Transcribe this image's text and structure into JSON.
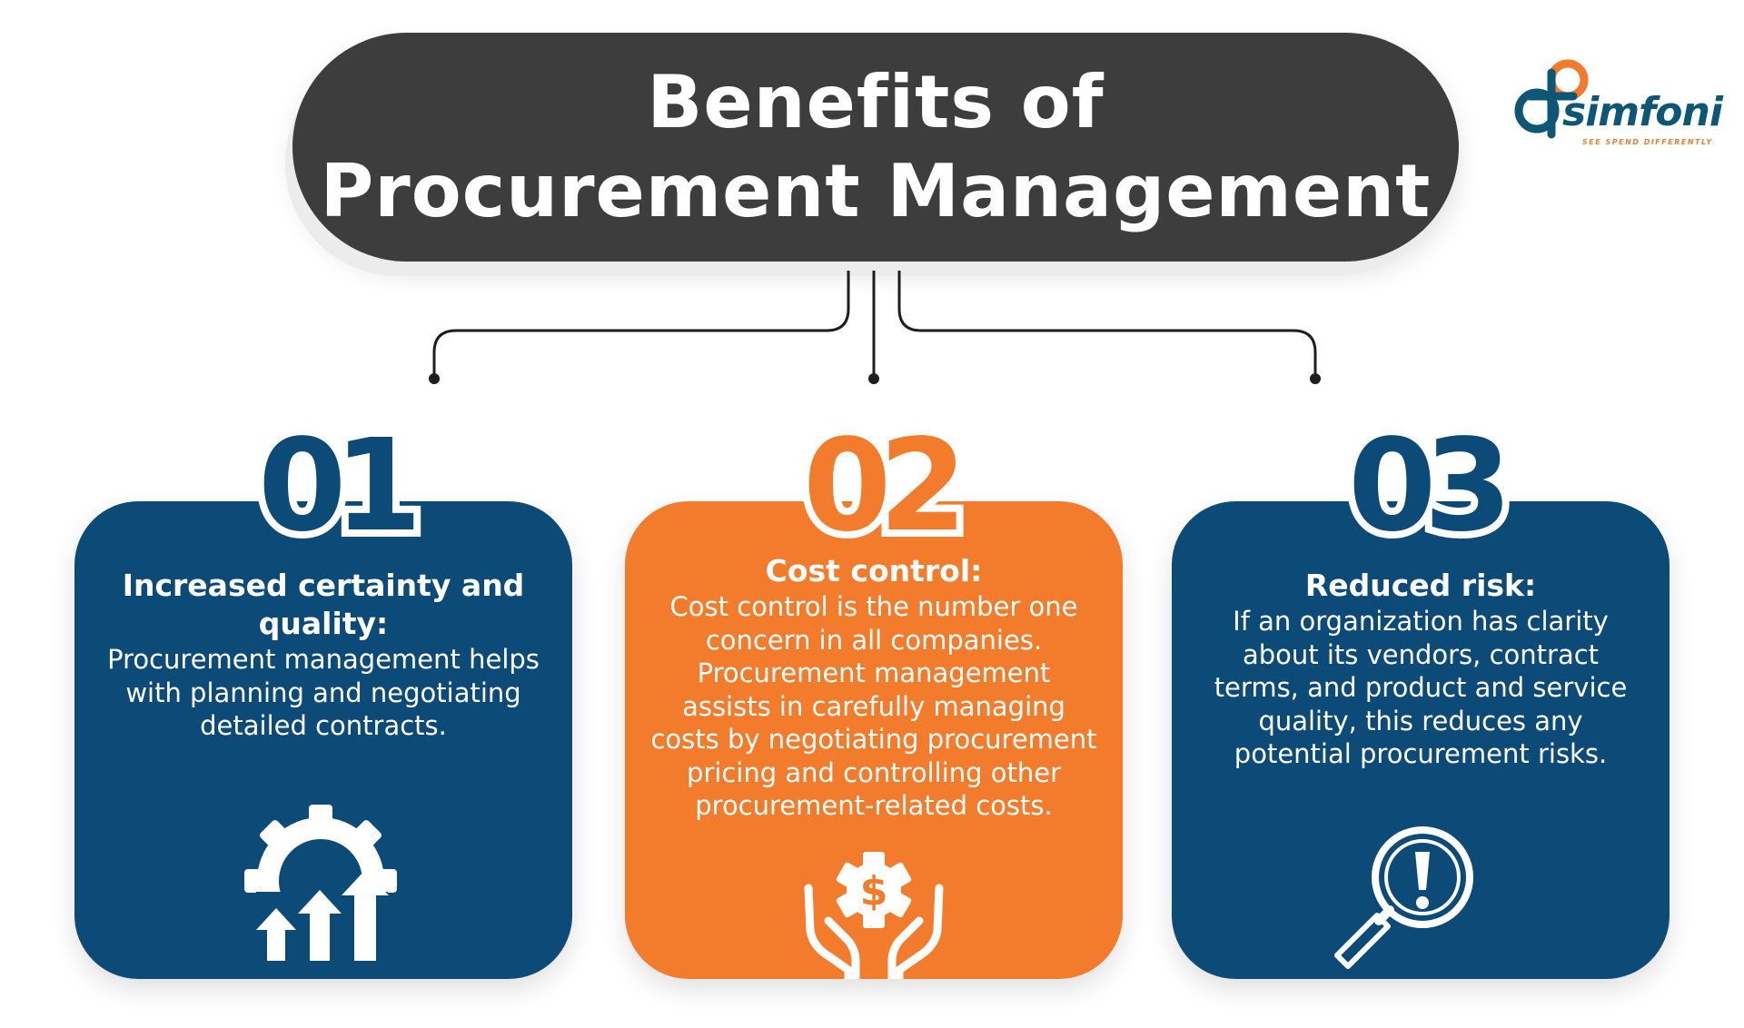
{
  "title": {
    "line1": "Benefits of",
    "line2": "Procurement Management"
  },
  "logo": {
    "name": "simfoni",
    "tagline": "SEE SPEND DIFFERENTLY"
  },
  "colors": {
    "blue": "#0c4a78",
    "orange": "#f37b2c",
    "dark": "#3d3d3d",
    "teal": "#0e5676"
  },
  "cards": [
    {
      "number": "01",
      "title": "Increased certainty and quality:",
      "body": "Procurement management helps with planning and negotiating detailed contracts.",
      "icon": "gear-growth-arrows-icon"
    },
    {
      "number": "02",
      "title": "Cost control:",
      "body": "Cost control is the number one concern in all companies. Procurement management assists in carefully managing costs by negotiating procurement pricing and controlling other procurement-related costs.",
      "icon": "hands-dollar-gear-icon"
    },
    {
      "number": "03",
      "title": "Reduced risk:",
      "body": "If an organization has clarity about its vendors, contract terms, and product and service quality, this reduces any potential procurement risks.",
      "icon": "magnifier-warning-icon"
    }
  ]
}
